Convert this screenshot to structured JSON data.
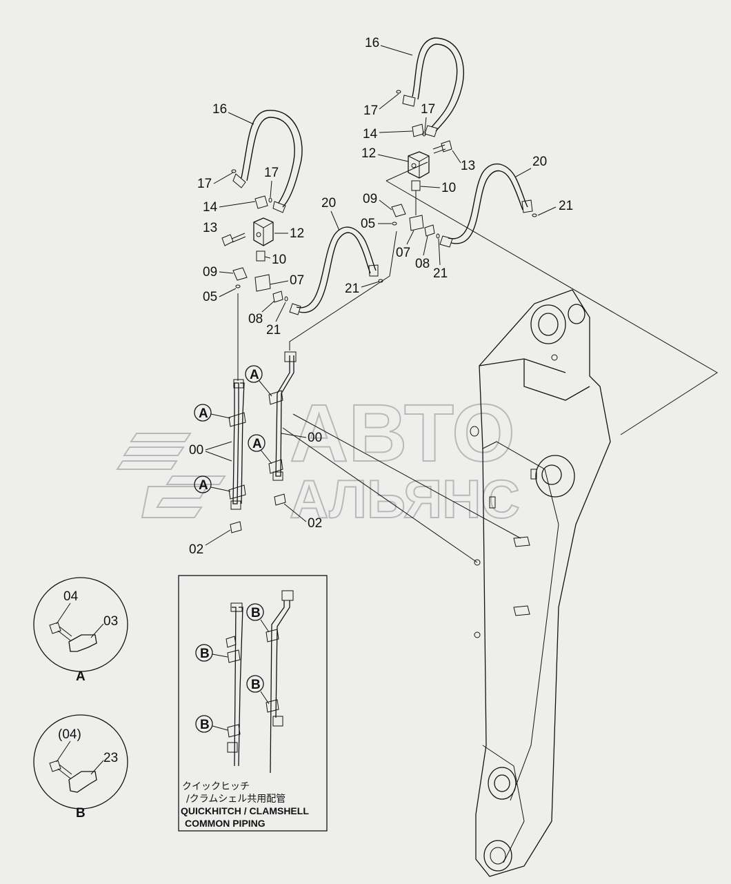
{
  "watermark": {
    "line1": "АВТО",
    "line2": "АЛЬЯНС"
  },
  "part_labels": {
    "p16a": "16",
    "p17a": "17",
    "p17b": "17",
    "p14a": "14",
    "p12a": "12",
    "p13a": "13",
    "p10a": "10",
    "p09a": "09",
    "p07a": "07",
    "p05a": "05",
    "p08a": "08",
    "p21a": "21",
    "p20a": "20",
    "p21b": "21",
    "p16b": "16",
    "p17c": "17",
    "p17d": "17",
    "p14b": "14",
    "p12b": "12",
    "p13b": "13",
    "p10b": "10",
    "p09b": "09",
    "p05b": "05",
    "p07b": "07",
    "p08b": "08",
    "p21c": "21",
    "p20b": "20",
    "p21d": "21",
    "p00a": "00",
    "p00b": "00",
    "p02a": "02",
    "p02b": "02"
  },
  "callouts": {
    "a1": "A",
    "a2": "A",
    "a3": "A",
    "a4": "A",
    "b1": "B",
    "b2": "B",
    "b3": "B",
    "b4": "B"
  },
  "detail_a": {
    "bolt": "04",
    "clamp": "03",
    "name": "A"
  },
  "detail_b": {
    "bolt": "(04)",
    "clamp": "23",
    "name": "B"
  },
  "inset_caption": {
    "jp_line1": "クイックヒッチ",
    "jp_line2": "/クラムシェル共用配管",
    "en_line1": "QUICKHITCH / CLAMSHELL",
    "en_line2": "COMMON  PIPING"
  }
}
